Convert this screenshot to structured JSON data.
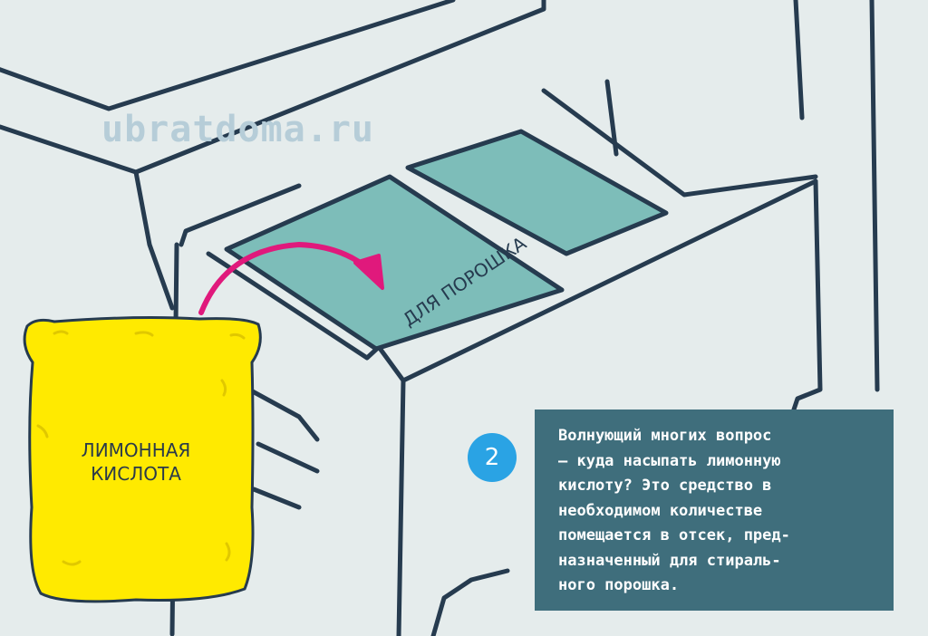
{
  "watermark": "ubratdoma.ru",
  "compartment_label": "ДЛЯ ПОРОШКА",
  "bag": {
    "label_lines": [
      "ЛИМОННАЯ",
      "КИСЛОТА"
    ]
  },
  "step_number": "2",
  "info_text_lines": [
    "Волнующий многих вопрос",
    "– куда насыпать лимонную",
    "кислоту? Это средство в",
    "необходимом количестве",
    "помещается в отсек, пред-",
    "назначенный для стираль-",
    "ного порошка."
  ],
  "colors": {
    "background": "#e5ecec",
    "outline": "#263b4f",
    "compartment_fill": "#7dbdb9",
    "bag_yellow": "#ffea00",
    "arrow_magenta": "#e0197c",
    "badge_blue": "#2aa3e4",
    "info_box": "#3f6e7c"
  },
  "icons": {
    "arrow": "curved-arrow-icon",
    "bag": "citric-acid-bag-icon"
  }
}
